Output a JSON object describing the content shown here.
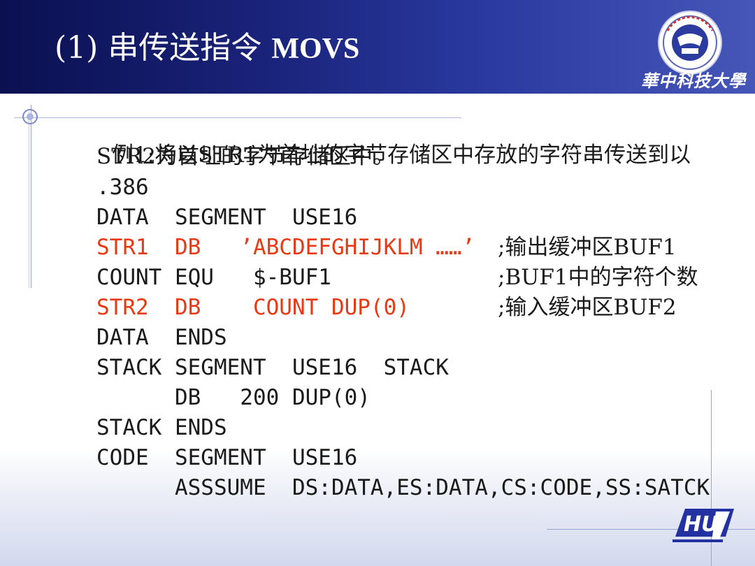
{
  "header": {
    "title_prefix": "(1) 串传送指令",
    "title_mnemonic": "MOVS",
    "logo_caption": "華中科技大學"
  },
  "example": {
    "label": "例1:",
    "desc_line1": "将以STR1为首址的字节存储区中存放的字符串传送到以",
    "desc_line2": "STR2为首址的字节存储区中。"
  },
  "code": {
    "l1": ".386",
    "l2": "DATA  SEGMENT  USE16",
    "l3": {
      "code": "STR1  DB   ’ABCDEFGHIJKLM ……’",
      "comment": ";输出缓冲区BUF1"
    },
    "l4": {
      "code": "COUNT EQU   $-BUF1",
      "comment": ";BUF1中的字符个数"
    },
    "l5": {
      "code": "STR2  DB    COUNT DUP(0)",
      "comment": ";输入缓冲区BUF2"
    },
    "l6": "DATA  ENDS",
    "l7": "STACK SEGMENT  USE16  STACK",
    "l8": "      DB   200 DUP(0)",
    "l9": "STACK ENDS",
    "l10": "CODE  SEGMENT  USE16",
    "l11": "      ASSSUME  DS:DATA,ES:DATA,CS:CODE,SS:SATCK"
  },
  "colors": {
    "header_dark": "#0a1050",
    "header_light": "#4656b8",
    "highlight_red": "#e63a14",
    "text": "#1a1a1a"
  }
}
